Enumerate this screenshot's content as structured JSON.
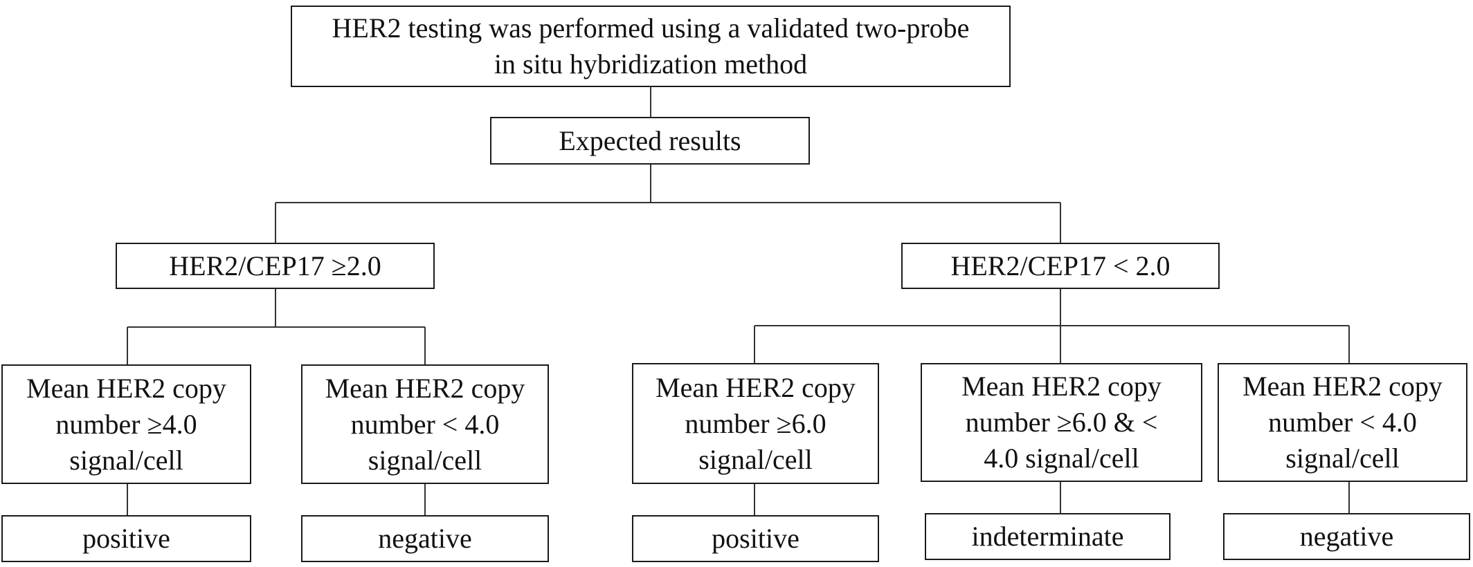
{
  "diagram": {
    "root": {
      "text": "HER2 testing was performed using a validated two-probe\nin situ hybridization method"
    },
    "expected": {
      "text": "Expected results"
    },
    "ratio_high": {
      "text": "HER2/CEP17 ≥2.0"
    },
    "ratio_low": {
      "text": "HER2/CEP17 < 2.0"
    },
    "criteria": {
      "c1": {
        "text": "Mean HER2 copy\nnumber ≥4.0\nsignal/cell"
      },
      "c2": {
        "text": "Mean HER2 copy\nnumber < 4.0\nsignal/cell"
      },
      "c3": {
        "text": "Mean HER2 copy\nnumber ≥6.0\nsignal/cell"
      },
      "c4": {
        "text": "Mean HER2 copy\nnumber ≥6.0 & <\n4.0 signal/cell"
      },
      "c5": {
        "text": "Mean HER2 copy\nnumber < 4.0\nsignal/cell"
      }
    },
    "results": {
      "r1": {
        "text": "positive"
      },
      "r2": {
        "text": "negative"
      },
      "r3": {
        "text": "positive"
      },
      "r4": {
        "text": "indeterminate"
      },
      "r5": {
        "text": "negative"
      }
    }
  }
}
